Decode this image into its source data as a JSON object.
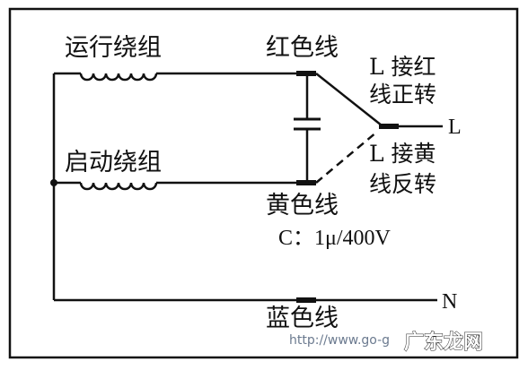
{
  "labels": {
    "run_winding": "运行绕组",
    "start_winding": "启动绕组",
    "red_wire": "红色线",
    "yellow_wire": "黄色线",
    "blue_wire": "蓝色线",
    "capacitor": "C：1μ/400V",
    "l_to_red_line1": "L 接红",
    "l_to_red_line2": "线正转",
    "l_to_yellow_line1": "L 接黄",
    "l_to_yellow_line2": "线反转",
    "terminal_l": "L",
    "terminal_n": "N"
  },
  "watermark": {
    "url": "http://www.go-g",
    "logo": "广东龙网"
  },
  "colors": {
    "line": "#111111",
    "watermark_text": "#6b7a8f"
  }
}
